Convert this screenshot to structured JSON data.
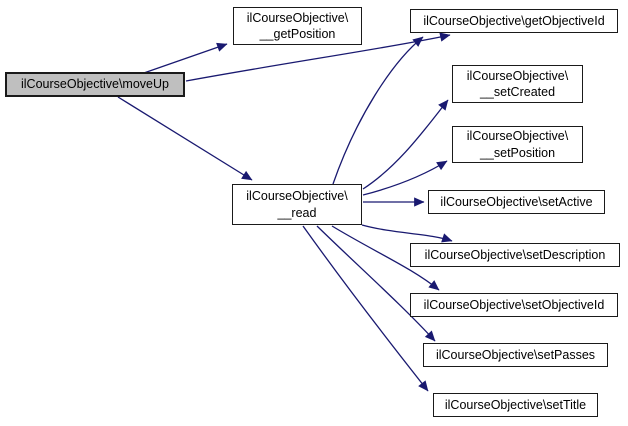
{
  "colors": {
    "background": "#ffffff",
    "edge": "#191970",
    "node_border": "#1a1a1a",
    "node_fill": "#ffffff",
    "node_fill_current": "#bfbfbf",
    "text": "#000000"
  },
  "diagram": {
    "type": "call-graph",
    "nodes": [
      {
        "id": "moveUp",
        "label": "ilCourseObjective\\moveUp",
        "current": true
      },
      {
        "id": "getPosition",
        "label": "ilCourseObjective\\\n__getPosition",
        "current": false
      },
      {
        "id": "getObjectiveId",
        "label": "ilCourseObjective\\getObjectiveId",
        "current": false
      },
      {
        "id": "setCreated",
        "label": "ilCourseObjective\\\n__setCreated",
        "current": false
      },
      {
        "id": "setPosition",
        "label": "ilCourseObjective\\\n__setPosition",
        "current": false
      },
      {
        "id": "read",
        "label": "ilCourseObjective\\\n__read",
        "current": false
      },
      {
        "id": "setActive",
        "label": "ilCourseObjective\\setActive",
        "current": false
      },
      {
        "id": "setDescription",
        "label": "ilCourseObjective\\setDescription",
        "current": false
      },
      {
        "id": "setObjectiveId",
        "label": "ilCourseObjective\\setObjectiveId",
        "current": false
      },
      {
        "id": "setPasses",
        "label": "ilCourseObjective\\setPasses",
        "current": false
      },
      {
        "id": "setTitle",
        "label": "ilCourseObjective\\setTitle",
        "current": false
      }
    ],
    "edges": [
      {
        "from": "moveUp",
        "to": "getPosition"
      },
      {
        "from": "moveUp",
        "to": "getObjectiveId"
      },
      {
        "from": "moveUp",
        "to": "read"
      },
      {
        "from": "read",
        "to": "getObjectiveId"
      },
      {
        "from": "read",
        "to": "setCreated"
      },
      {
        "from": "read",
        "to": "setPosition"
      },
      {
        "from": "read",
        "to": "setActive"
      },
      {
        "from": "read",
        "to": "setDescription"
      },
      {
        "from": "read",
        "to": "setObjectiveId"
      },
      {
        "from": "read",
        "to": "setPasses"
      },
      {
        "from": "read",
        "to": "setTitle"
      }
    ]
  }
}
